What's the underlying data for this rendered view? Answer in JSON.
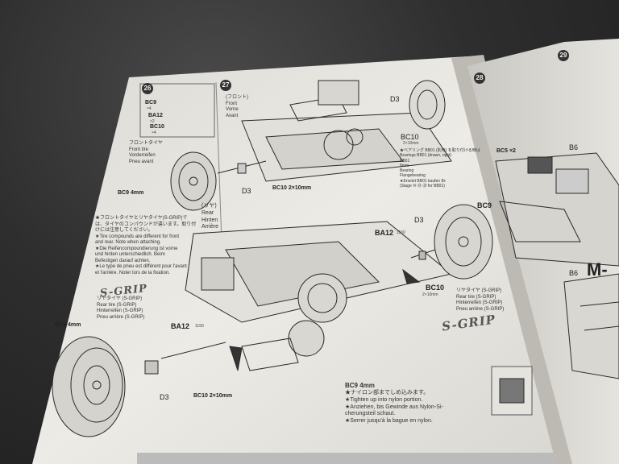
{
  "page_left": {
    "step_26": {
      "number": "26",
      "parts": [
        {
          "code": "BC9",
          "qty": "×4"
        },
        {
          "code": "BA12",
          "qty": "×2"
        },
        {
          "code": "BC10",
          "qty": "×4"
        }
      ]
    },
    "step_27": {
      "number": "27",
      "front_label": [
        "(フロント)",
        "Front",
        "Vorne",
        "Avant"
      ],
      "front_tire": [
        "フロントタイヤ",
        "Front tire",
        "Vorderreifen",
        "Pneu avant"
      ],
      "rear_label": [
        "(リヤ)",
        "Rear",
        "Hinten",
        "Arrière"
      ],
      "callouts": {
        "d3_top": "D3",
        "bc10_top": "BC10",
        "bc10_top_size": "2×10mm",
        "d3_front": "D3",
        "bc10_front": "BC10 2×10mm",
        "bc9_front": "BC9 4mm",
        "d3_rear_right": "D3",
        "ba12_rear_right": "BA12",
        "ba12_rear_right_size": "1150",
        "bc10_rear_right": "BC10",
        "bc10_rear_right_size": "2×10mm",
        "bc9_rear_right": "BC9",
        "ba12_rear_left": "BA12",
        "ba12_rear_left_size": "1150",
        "bc9_rear_left": "BC9 4mm",
        "d3_rear_left": "D3",
        "bc10_rear_left": "BC10 2×10mm"
      },
      "note_tires": [
        "★フロントタイヤとリヤタイヤ(S-GRIP)で",
        "は、タイヤのコンパウンドが違います。取り付",
        "けには注意してください。",
        "★Tire compounds are different for front",
        "and rear. Note when attaching.",
        "★Die Reifencompoundierung ist vorne",
        "und hinten unterschiedlich. Beim",
        "Befestigen darauf achten.",
        "★Le type de pneu est différent pour l'avant",
        "et l'arrière. Noter lors de la fixation."
      ],
      "rear_tire_left": [
        "リヤタイヤ (S-GRIP)",
        "Rear tire (S-GRIP)",
        "Hinterreifen (S-GRIP)",
        "Pneu arrière (S-GRIP)"
      ],
      "rear_tire_right": [
        "リヤタイヤ (S-GRIP)",
        "Rear tire (S-GRIP)",
        "Hinterreifen (S-GRIP)",
        "Pneu arrière (S-GRIP)"
      ],
      "sgrip_logo": "S-GRIP",
      "note_nylon": {
        "title": "BC9 4mm",
        "lines": [
          "★ナイロン部までしめ込みます。",
          "★Tighten up into nylon portion.",
          "★Anziehen, bis Gewinde aus Nylon-Si-",
          "cherungsteil schaut.",
          "★Serrer jusqu'à la bague en nylon."
        ]
      },
      "note_bearing": [
        "★ベアリング BB01 (別売) を取り付ける時は",
        "Bearings BB01 (drawn, right)",
        "BB01",
        "8mm",
        "Bearing",
        "Flangebearing",
        "★Ersetzt BB01 kaufen 8x",
        "(Stage ⑩ ⑲ ⑳ for BB01)"
      ]
    }
  },
  "page_right": {
    "step_28": {
      "number": "28",
      "callouts": {
        "bc5": "BC5 ×2",
        "b6_top": "B6",
        "b6_bottom": "B6",
        "badge": "M-"
      }
    },
    "step_29": {
      "number": "29"
    }
  },
  "colors": {
    "paper": "#e9e7e2",
    "line_art": "#2a2a2a",
    "background": "#2b2b2b"
  }
}
